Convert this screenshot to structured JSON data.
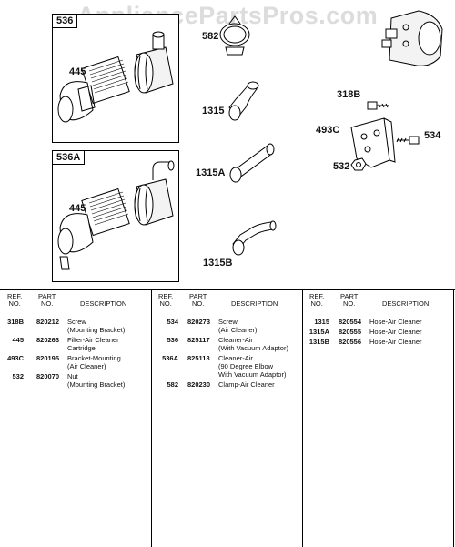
{
  "watermark": "AppliancePartsPros.com",
  "boxes": [
    {
      "label": "536"
    },
    {
      "label": "536A"
    }
  ],
  "callouts": {
    "c445a": "445",
    "c445b": "445",
    "c582": "582",
    "c1315": "1315",
    "c1315a": "1315A",
    "c1315b": "1315B",
    "c318b": "318B",
    "c493c": "493C",
    "c534": "534",
    "c532": "532"
  },
  "headers": {
    "ref": "REF.\nNO.",
    "part": "PART\nNO.",
    "desc": "DESCRIPTION"
  },
  "columns": [
    [
      {
        "ref": "318B",
        "part": "820212",
        "desc": [
          "Screw",
          "(Mounting Bracket)"
        ]
      },
      {
        "ref": "445",
        "part": "820263",
        "desc": [
          "Filter-Air Cleaner",
          "Cartridge"
        ]
      },
      {
        "ref": "493C",
        "part": "820195",
        "desc": [
          "Bracket-Mounting",
          "(Air Cleaner)"
        ]
      },
      {
        "ref": "532",
        "part": "820070",
        "desc": [
          "Nut",
          "(Mounting Bracket)"
        ]
      }
    ],
    [
      {
        "ref": "534",
        "part": "820273",
        "desc": [
          "Screw",
          "(Air Cleaner)"
        ]
      },
      {
        "ref": "536",
        "part": "825117",
        "desc": [
          "Cleaner-Air",
          "(With Vacuum Adaptor)"
        ]
      },
      {
        "ref": "536A",
        "part": "825118",
        "desc": [
          "Cleaner-Air",
          "(90 Degree Elbow",
          "With Vacuum Adaptor)"
        ]
      },
      {
        "ref": "582",
        "part": "820230",
        "desc": [
          "Clamp-Air Cleaner"
        ]
      }
    ],
    [
      {
        "ref": "1315",
        "part": "820554",
        "desc": [
          "Hose-Air Cleaner"
        ]
      },
      {
        "ref": "1315A",
        "part": "820555",
        "desc": [
          "Hose-Air Cleaner"
        ]
      },
      {
        "ref": "1315B",
        "part": "820556",
        "desc": [
          "Hose-Air Cleaner"
        ]
      }
    ]
  ]
}
